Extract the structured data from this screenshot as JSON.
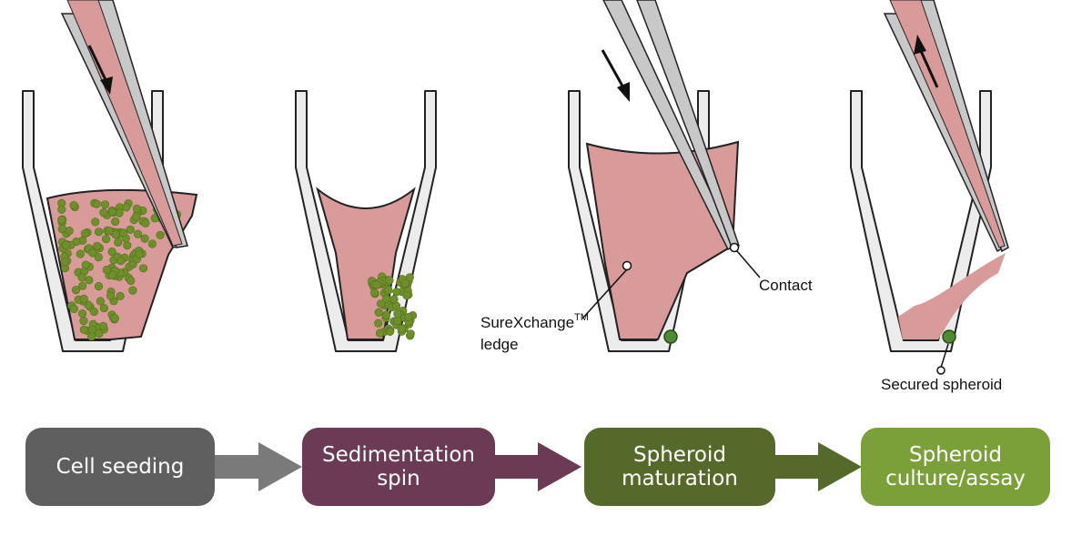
{
  "labels": {
    "ledge_line1": "SureXchange",
    "ledge_tm": "TM",
    "ledge_line2": "ledge",
    "contact": "Contact",
    "secured": "Secured spheroid"
  },
  "steps": [
    {
      "label": "Cell seeding",
      "color": "#5f5f5f"
    },
    {
      "label": "Sedimentation\nspin",
      "color": "#6b3a55"
    },
    {
      "label": "Spheroid\nmaturation",
      "color": "#55692a"
    },
    {
      "label": "Spheroid\nculture/assay",
      "color": "#7ba03a"
    }
  ],
  "colors": {
    "medium": "#d99a9a",
    "cells": "#6f8f2a",
    "cells_edge": "#54701c",
    "well_wall": "#ececec",
    "outline": "#222222",
    "pipette": "#c8c8c8",
    "arrow": "#111111"
  }
}
